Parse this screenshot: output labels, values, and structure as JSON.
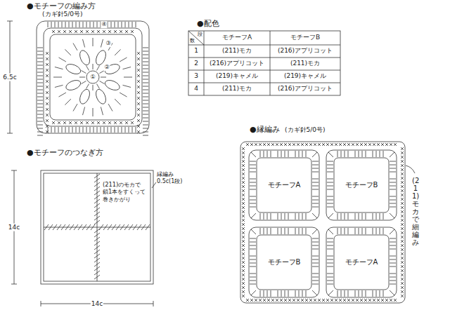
{
  "diagram": {
    "nodes": [
      {
        "text": [
          "モチーフA"
        ]
      },
      {
        "text": [
          "モチーフB"
        ]
      },
      {
        "text": [
          "モチーフB"
        ]
      },
      {
        "text": [
          "モチーフA"
        ]
      }
    ],
    "labels": [
      "●モチーフの編み方",
      "(カギ針5/0号)",
      "①",
      "②",
      "③",
      "④",
      "6.5c",
      "●配色",
      "段",
      "数",
      "モチーフA",
      "モチーフB",
      "1",
      "(211)モカ",
      "(216)アプリコット",
      "2",
      "(216)アプリコット",
      "(211)モカ",
      "3",
      "(219)キャメル",
      "(219)キャメル",
      "4",
      "(211)モカ",
      "(216)アプリコット",
      "●モチーフのつなぎ方",
      "(211)のモカで 鎖1本をすくって 巻きかがり",
      "縁編み 0.5c(1段)",
      "14c",
      "14c",
      "●縁編み",
      "(カギ針5/0号)",
      "(211)モカで細編み"
    ]
  }
}
